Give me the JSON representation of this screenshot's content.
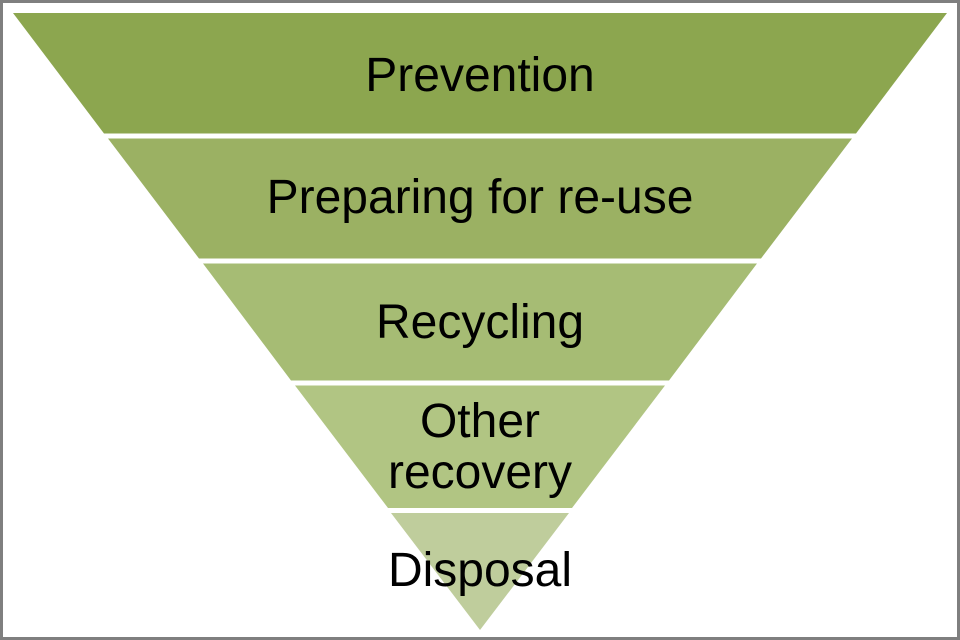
{
  "canvas": {
    "background": "#ffffff",
    "border_color": "#7f7f7f"
  },
  "pyramid": {
    "text_color": "#000000",
    "levels": [
      {
        "name": "prevention",
        "lines": [
          "Prevention"
        ],
        "color": "#8ca64f"
      },
      {
        "name": "preparing-for-re-use",
        "lines": [
          "Preparing for re-use"
        ],
        "color": "#9bb163"
      },
      {
        "name": "recycling",
        "lines": [
          "Recycling"
        ],
        "color": "#a6bc74"
      },
      {
        "name": "other-recovery",
        "lines": [
          "Other",
          "recovery"
        ],
        "color": "#b1c583"
      },
      {
        "name": "disposal",
        "lines": [
          "Disposal"
        ],
        "color": "#bfcd9c"
      }
    ]
  }
}
